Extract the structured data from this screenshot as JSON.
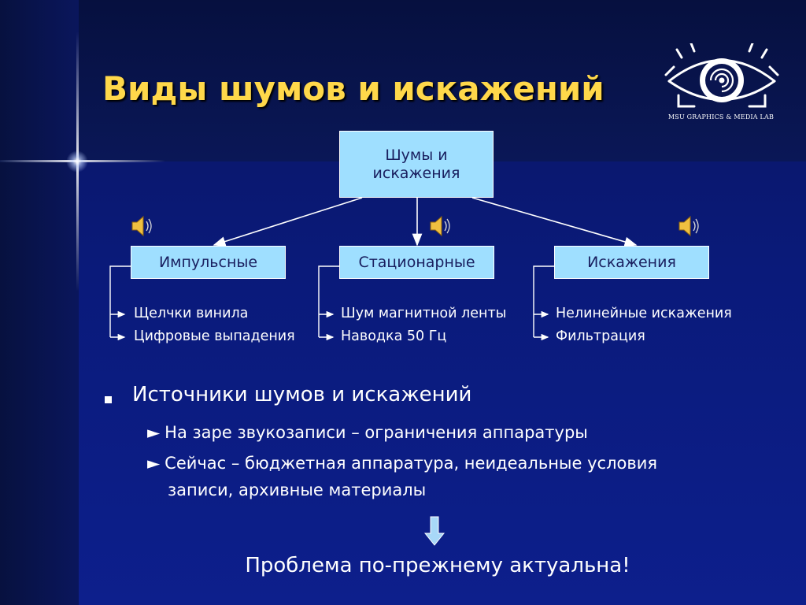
{
  "slide": {
    "title": "Виды шумов и искажений",
    "logo": {
      "text": "MSU GRAPHICS & MEDIA LAB",
      "icon": "eye-logo-icon"
    }
  },
  "diagram": {
    "root": "Шумы и искажения",
    "categories": [
      {
        "label": "Импульсные",
        "items": [
          "Щелчки винила",
          "Цифровые выпадения"
        ],
        "icon": "speaker-icon"
      },
      {
        "label": "Стационарные",
        "items": [
          "Шум магнитной ленты",
          "Наводка 50 Гц"
        ],
        "icon": "speaker-icon"
      },
      {
        "label": "Искажения",
        "items": [
          "Нелинейные искажения",
          "Фильтрация"
        ],
        "icon": "speaker-icon"
      }
    ]
  },
  "bullets": {
    "main": "Источники шумов и искажений",
    "sub": [
      "На заре звукозаписи – ограничения аппаратуры",
      "Сейчас – бюджетная аппаратура, неидеальные условия",
      "записи, архивные материалы"
    ],
    "marker": "►"
  },
  "conclusion": "Проблема по-прежнему актуальна!",
  "colors": {
    "title": "#ffd84a",
    "box_fill": "#9fdfff",
    "box_text": "#1a2060",
    "background": "#0a1a7a",
    "arrow": "#a8d8f8"
  }
}
